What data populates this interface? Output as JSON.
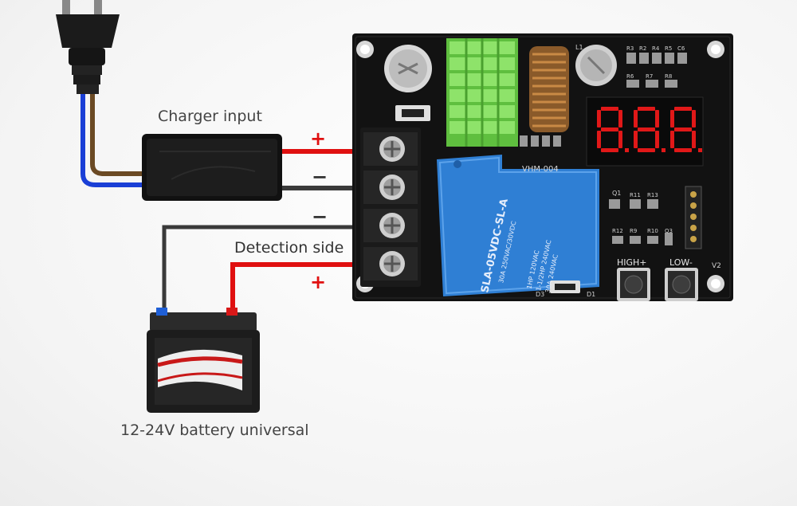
{
  "labels": {
    "charger_input": "Charger input",
    "detection_side": "Detection side",
    "battery": "12-24V battery universal"
  },
  "signs": {
    "charger_plus": "+",
    "charger_minus": "−",
    "battery_minus": "−",
    "battery_plus": "+"
  },
  "board": {
    "model": "VHM-004",
    "button_high": "HIGH+",
    "button_low": "LOW-",
    "v2": "V2",
    "q1": "Q1",
    "d3": "D3",
    "d1": "D1",
    "l1": "L1",
    "top_parts": [
      "R3",
      "R2",
      "R4",
      "R5",
      "C6"
    ],
    "mid_parts": [
      "R6",
      "R7",
      "R8"
    ],
    "row_parts": [
      "R11",
      "R13"
    ],
    "row2_parts": [
      "R12",
      "R9",
      "R10",
      "Q3"
    ]
  },
  "relay": {
    "model": "SLA-05VDC-SL-A",
    "rating_1": "30A 250VAC/30VDC",
    "rating_2": "1HP 120VAC",
    "rating_3": "1-1/2HP 240VAC",
    "rating_4": "30A 240VAC"
  },
  "display": {
    "digits": "8.8.8."
  },
  "colors": {
    "positive_wire": "#e01010",
    "negative_wire": "#3a3a3a",
    "board": "#121212",
    "relay": "#2f7fd4",
    "heatsink": "#7ed957",
    "segment": "#e01818"
  }
}
